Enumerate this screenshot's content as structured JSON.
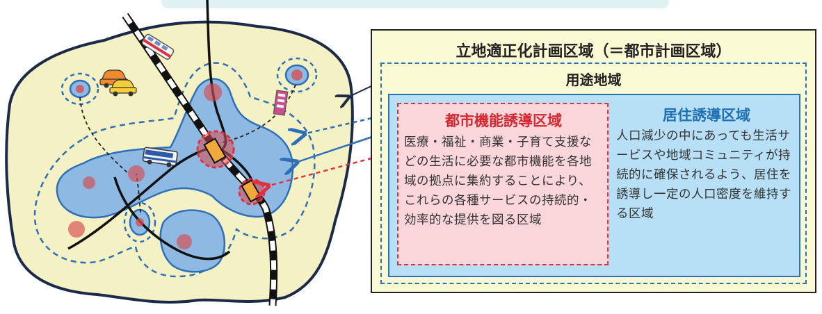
{
  "legend": {
    "area_label": "立地適正化計画区域（＝都市計画区域）",
    "use_area_label": "用途地域",
    "toshi": {
      "title": "都市機能誘導区域",
      "description": "医療・福祉・商業・子育て支援などの生活に必要な都市機能を各地域の拠点に集約することにより、これらの各種サービスの持続的・効率的な提供を図る区域"
    },
    "kyoju": {
      "title": "居住誘導区域",
      "description": "人口減少の中にあっても生活サービスや地域コミュニティが持続的に確保されるよう、居住を誘導し一定の人口密度を維持する区域"
    }
  },
  "colors": {
    "map_background": "#f4f1c4",
    "residential_area": "#8db9e3",
    "urban_center": "#d94a4f",
    "area_border": "#2c6fb7",
    "toshi_accent": "#e0323e",
    "toshi_fill": "#fad6da",
    "kyoju_fill": "#b7dff5",
    "outer_fill": "#fafad4"
  },
  "icons": [
    "car-icon",
    "bus-icon",
    "train-icon",
    "building-icon",
    "station-icon"
  ]
}
